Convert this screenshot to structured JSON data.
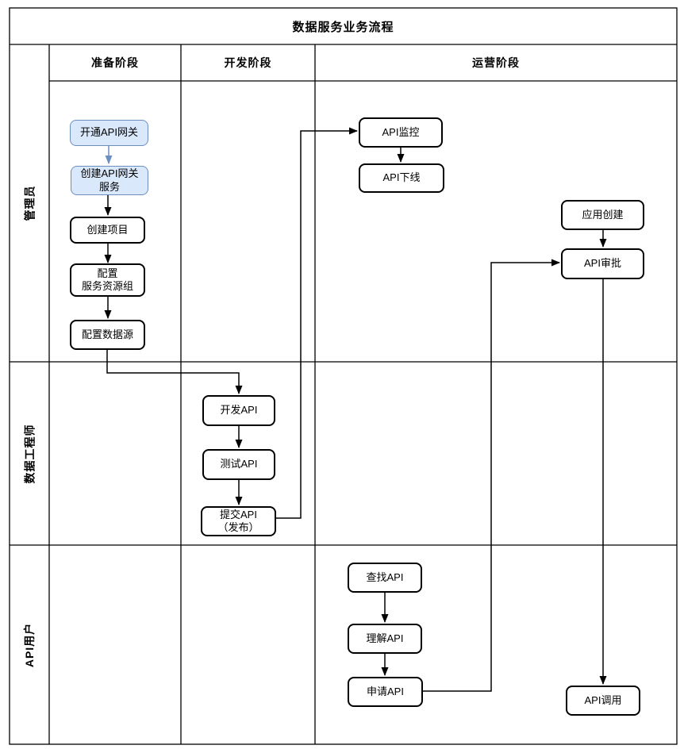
{
  "diagram": {
    "title": "数据服务业务流程",
    "phases": [
      {
        "label": "准备阶段"
      },
      {
        "label": "开发阶段"
      },
      {
        "label": "运营阶段"
      }
    ],
    "roles": [
      {
        "label": "管理员"
      },
      {
        "label": "数据工程师"
      },
      {
        "label": "API用户"
      }
    ],
    "nodes": [
      {
        "id": "open-api-gateway",
        "label": "开通API网关",
        "highlighted": true,
        "role": "管理员",
        "phase": "准备阶段"
      },
      {
        "id": "create-api-gateway-service",
        "label": "创建API网关\n服务",
        "highlighted": true,
        "role": "管理员",
        "phase": "准备阶段"
      },
      {
        "id": "create-project",
        "label": "创建项目",
        "highlighted": false,
        "role": "管理员",
        "phase": "准备阶段"
      },
      {
        "id": "configure-service-resource-group",
        "label": "配置\n服务资源组",
        "highlighted": false,
        "role": "管理员",
        "phase": "准备阶段"
      },
      {
        "id": "configure-data-source",
        "label": "配置数据源",
        "highlighted": false,
        "role": "管理员",
        "phase": "准备阶段"
      },
      {
        "id": "api-monitoring",
        "label": "API监控",
        "highlighted": false,
        "role": "管理员",
        "phase": "运营阶段"
      },
      {
        "id": "api-offline",
        "label": "API下线",
        "highlighted": false,
        "role": "管理员",
        "phase": "运营阶段"
      },
      {
        "id": "app-creation",
        "label": "应用创建",
        "highlighted": false,
        "role": "管理员",
        "phase": "运营阶段"
      },
      {
        "id": "api-approval",
        "label": "API审批",
        "highlighted": false,
        "role": "管理员",
        "phase": "运营阶段"
      },
      {
        "id": "develop-api",
        "label": "开发API",
        "highlighted": false,
        "role": "数据工程师",
        "phase": "开发阶段"
      },
      {
        "id": "test-api",
        "label": "测试API",
        "highlighted": false,
        "role": "数据工程师",
        "phase": "开发阶段"
      },
      {
        "id": "submit-api-publish",
        "label": "提交API\n（发布）",
        "highlighted": false,
        "role": "数据工程师",
        "phase": "开发阶段"
      },
      {
        "id": "find-api",
        "label": "查找API",
        "highlighted": false,
        "role": "API用户",
        "phase": "运营阶段"
      },
      {
        "id": "understand-api",
        "label": "理解API",
        "highlighted": false,
        "role": "API用户",
        "phase": "运营阶段"
      },
      {
        "id": "apply-api",
        "label": "申请API",
        "highlighted": false,
        "role": "API用户",
        "phase": "运营阶段"
      },
      {
        "id": "api-call",
        "label": "API调用",
        "highlighted": false,
        "role": "API用户",
        "phase": "运营阶段"
      }
    ],
    "edges": [
      {
        "from": "open-api-gateway",
        "to": "create-api-gateway-service",
        "style": "blue"
      },
      {
        "from": "create-api-gateway-service",
        "to": "create-project",
        "style": "black"
      },
      {
        "from": "create-project",
        "to": "configure-service-resource-group",
        "style": "black"
      },
      {
        "from": "configure-service-resource-group",
        "to": "configure-data-source",
        "style": "black"
      },
      {
        "from": "configure-data-source",
        "to": "develop-api",
        "style": "black"
      },
      {
        "from": "develop-api",
        "to": "test-api",
        "style": "black"
      },
      {
        "from": "test-api",
        "to": "submit-api-publish",
        "style": "black"
      },
      {
        "from": "submit-api-publish",
        "to": "api-monitoring",
        "style": "black"
      },
      {
        "from": "api-monitoring",
        "to": "api-offline",
        "style": "black"
      },
      {
        "from": "app-creation",
        "to": "api-approval",
        "style": "black"
      },
      {
        "from": "find-api",
        "to": "understand-api",
        "style": "black"
      },
      {
        "from": "understand-api",
        "to": "apply-api",
        "style": "black"
      },
      {
        "from": "apply-api",
        "to": "api-approval",
        "style": "black"
      },
      {
        "from": "api-approval",
        "to": "api-call",
        "style": "black"
      }
    ],
    "colors": {
      "highlight_fill": "#dae8fc",
      "highlight_stroke": "#6c8ebf",
      "line": "#000000",
      "background": "#ffffff"
    }
  }
}
